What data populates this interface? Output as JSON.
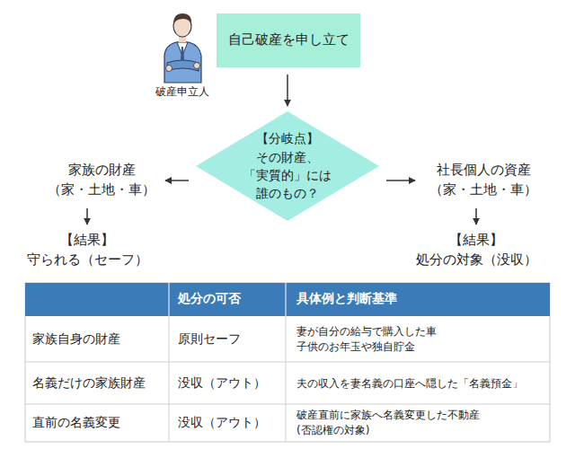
{
  "diagram": {
    "nodes": [
      {
        "text": [
          "自己破産を申し立て"
        ]
      },
      {
        "text": [
          "【分岐点】 その財産、 「実質的」には 誰のもの？"
        ]
      },
      {
        "text": [
          "家族の財産",
          "（家・土地・車）"
        ]
      },
      {
        "text": [
          "社長個人の資産",
          "（家・土地・車）"
        ]
      },
      {
        "text": [
          "【結果】",
          "守られる（セーフ）"
        ]
      },
      {
        "text": [
          "【結果】",
          "処分の対象（没収）"
        ]
      }
    ],
    "edges": [
      {
        "from": 0,
        "to": 1,
        "arrow": "to"
      },
      {
        "from": 1,
        "to": 2,
        "arrow": "to"
      },
      {
        "from": 1,
        "to": 3,
        "arrow": "to"
      },
      {
        "from": 2,
        "to": 4,
        "arrow": "to"
      },
      {
        "from": 3,
        "to": 5,
        "arrow": "to"
      }
    ],
    "labels": [
      "破産申立人",
      "処分の可否",
      "具体例と判断基準",
      "家族自身の財産",
      "原則セーフ",
      "妻が自分の給与で購入した車 子供のお年玉や独自貯金",
      "名義だけの家族財産",
      "没収（アウト）",
      "夫の収入を妻名義の口座へ隠した「名義預金」",
      "直前の名義変更",
      "没収（アウト）",
      "破産直前に家族へ名義変更した不動産 (否認権の対象)"
    ]
  }
}
